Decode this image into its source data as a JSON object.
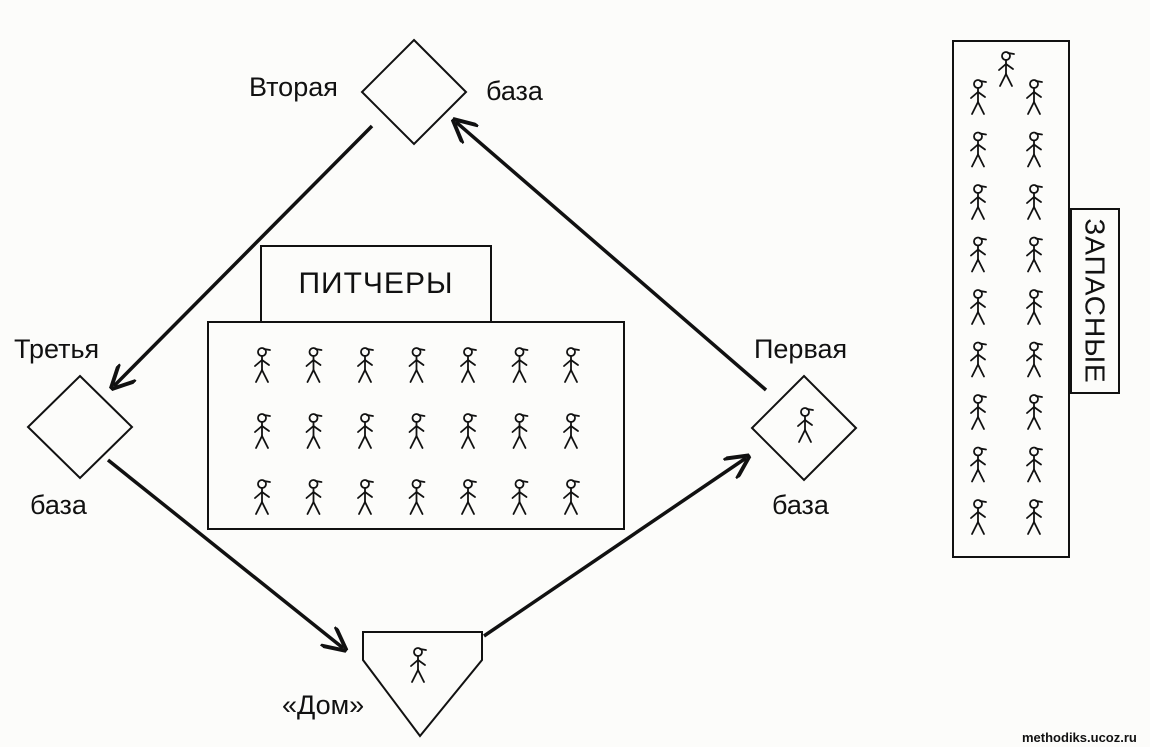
{
  "labels": {
    "second_a": "Вторая",
    "second_b": "база",
    "third_a": "Третья",
    "third_b": "база",
    "first_a": "Первая",
    "first_b": "база",
    "home": "«Дом»"
  },
  "pitchers": {
    "title": "ПИТЧЕРЫ",
    "rows": 3,
    "cols": 7
  },
  "substitutes": {
    "title": "ЗАПАСНЫЕ",
    "columns": 2,
    "rows": 9,
    "extra_top": 1
  },
  "bases": {
    "first_has_player": true,
    "home_has_player": true
  },
  "watermark": "methodiks.ucoz.ru",
  "colors": {
    "ink": "#111111",
    "paper": "#fcfcfa"
  }
}
